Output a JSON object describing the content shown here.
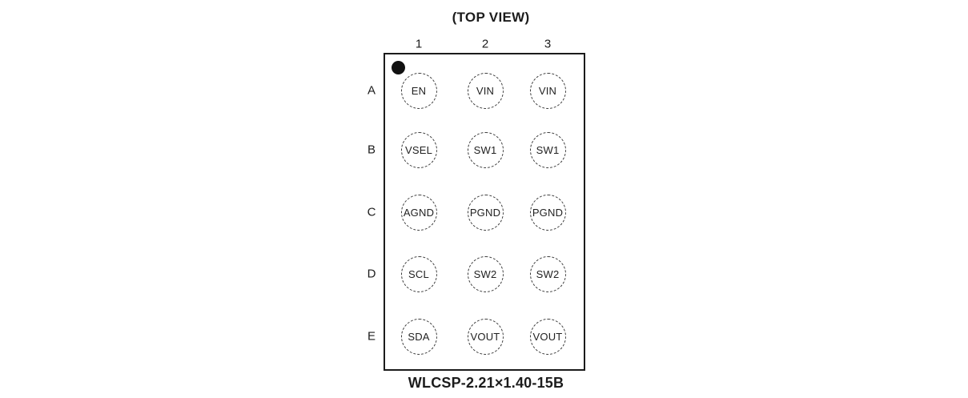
{
  "title": "(TOP VIEW)",
  "package_label": "WLCSP-2.21×1.40-15B",
  "colors": {
    "background": "#ffffff",
    "outline": "#1b1b1b",
    "pin_dash": "#3d3d3d",
    "text": "#1c1c1c",
    "pin1_dot": "#111111"
  },
  "pin1_indicator": "filled-dot-top-left",
  "grid": {
    "columns": [
      "1",
      "2",
      "3"
    ],
    "rows": [
      {
        "label": "A",
        "pins": [
          "EN",
          "VIN",
          "VIN"
        ]
      },
      {
        "label": "B",
        "pins": [
          "VSEL",
          "SW1",
          "SW1"
        ]
      },
      {
        "label": "C",
        "pins": [
          "AGND",
          "PGND",
          "PGND"
        ]
      },
      {
        "label": "D",
        "pins": [
          "SCL",
          "SW2",
          "SW2"
        ]
      },
      {
        "label": "E",
        "pins": [
          "SDA",
          "VOUT",
          "VOUT"
        ]
      }
    ]
  }
}
